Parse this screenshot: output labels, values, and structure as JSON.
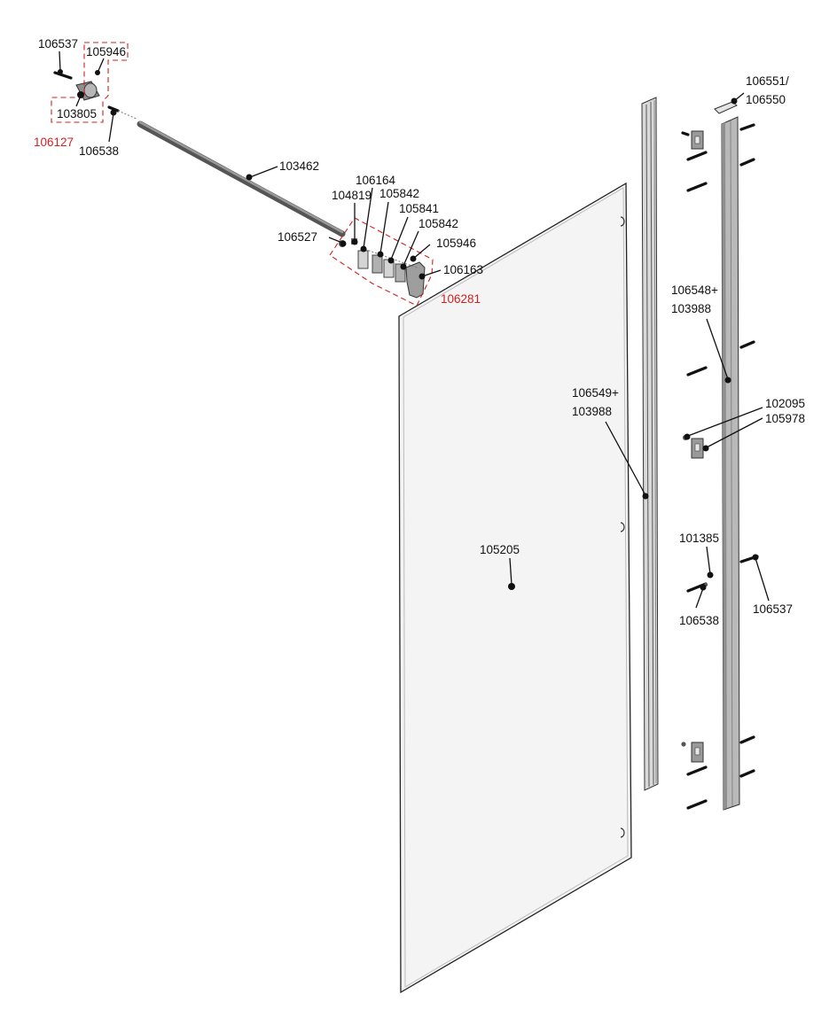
{
  "diagram": {
    "callouts": {
      "c106537_top": "106537",
      "c105946_top": "105946",
      "c103805": "103805",
      "c106127": "106127",
      "c106538_top": "106538",
      "c103462": "103462",
      "c106164": "106164",
      "c104819": "104819",
      "c105842_a": "105842",
      "c105841": "105841",
      "c105842_b": "105842",
      "c106527": "106527",
      "c105946_mid": "105946",
      "c106163": "106163",
      "c106281": "106281",
      "c106551": "106551/",
      "c106550": "106550",
      "c106548": "106548+",
      "c103988_a": "103988",
      "c106549": "106549+",
      "c103988_b": "103988",
      "c102095": "102095",
      "c105978": "105978",
      "c105205": "105205",
      "c101385": "101385",
      "c106538_bot": "106538",
      "c106537_bot": "106537"
    },
    "colors": {
      "callout_text": "#111111",
      "assembly_callout": "#d21f1f",
      "assembly_outline": "#d21f1f",
      "glass_fill": "#f4f4f4",
      "profile_fill": "#b9b9b9"
    }
  }
}
